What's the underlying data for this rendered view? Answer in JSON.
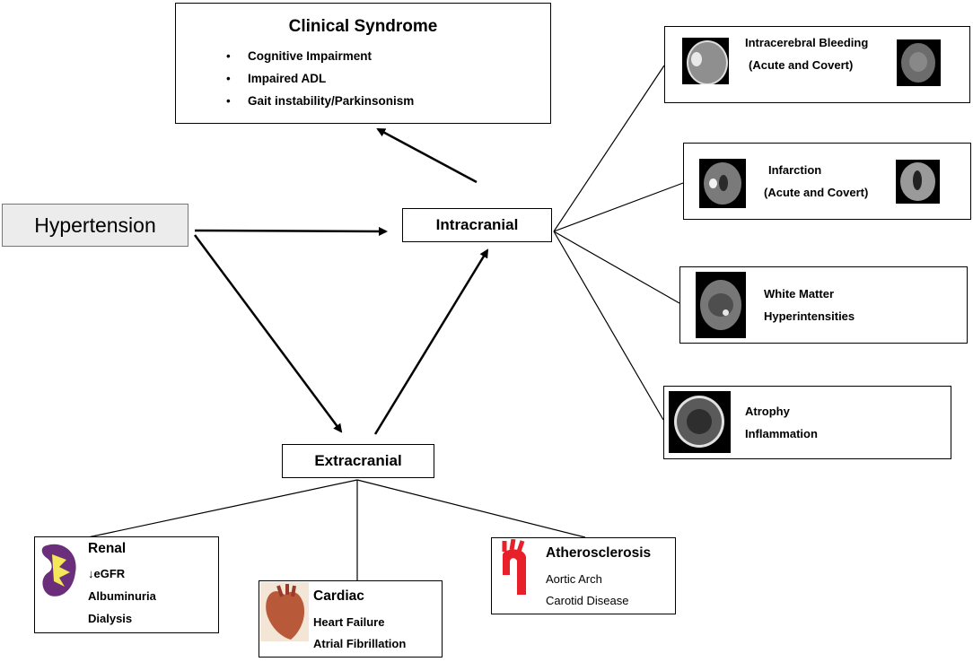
{
  "clinical": {
    "title": "Clinical Syndrome",
    "items": [
      "Cognitive Impairment",
      "Impaired ADL",
      "Gait instability/Parkinsonism"
    ]
  },
  "hypertension": "Hypertension",
  "intracranial": "Intracranial",
  "extracranial": "Extracranial",
  "bleeding": {
    "line1": "Intracerebral Bleeding",
    "line2": "(Acute and Covert)"
  },
  "infarction": {
    "line1": "Infarction",
    "line2": "(Acute and Covert)"
  },
  "wmh": {
    "line1": "White Matter",
    "line2": "Hyperintensities"
  },
  "atrophy": {
    "line1": "Atrophy",
    "line2": "Inflammation"
  },
  "renal": {
    "title": "Renal",
    "items": [
      "↓eGFR",
      "Albuminuria",
      "Dialysis"
    ]
  },
  "cardiac": {
    "title": "Cardiac",
    "items": [
      "Heart Failure",
      "Atrial Fibrillation"
    ]
  },
  "athero": {
    "title": "Atherosclerosis",
    "items": [
      "Aortic Arch",
      "Carotid Disease"
    ]
  },
  "colors": {
    "hypertension_fill": "#ececec",
    "line": "#000000",
    "aorta": "#e8202a"
  },
  "icons": [
    "ct-hemorrhage-scan-icon",
    "mri-bleeding-scan-icon",
    "mri-infarct-scan-icon",
    "mri-axial-scan-icon",
    "flair-wmh-scan-icon",
    "ct-atrophy-scan-icon",
    "kidney-icon",
    "heart-icon",
    "aortic-arch-icon"
  ]
}
